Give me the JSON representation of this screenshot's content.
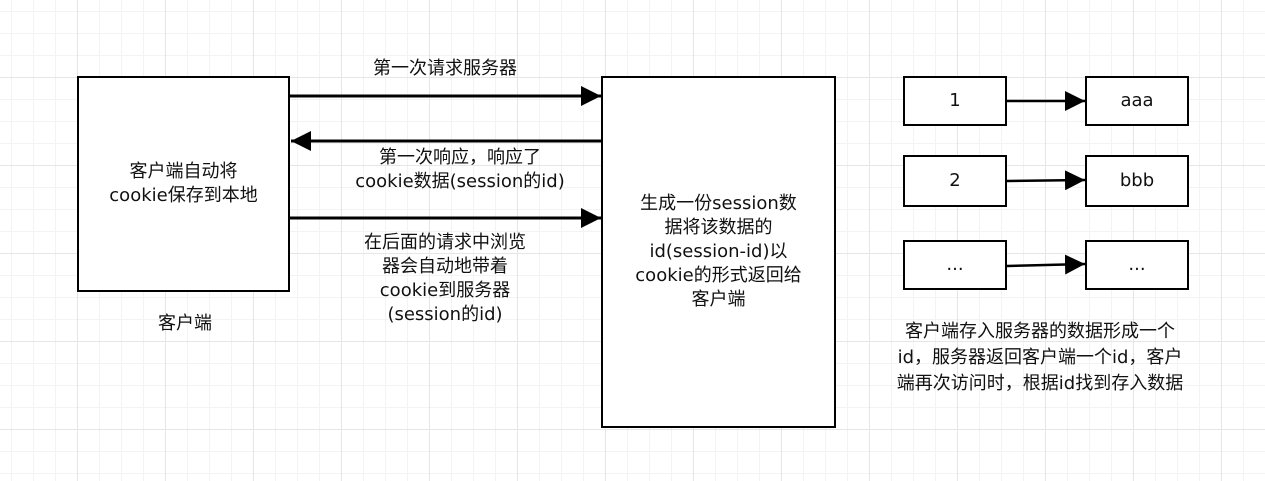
{
  "client_box": {
    "lines": [
      "客户端自动将",
      "cookie保存到本地"
    ]
  },
  "client_caption": "客户端",
  "server_box": {
    "lines": [
      "生成一份session数",
      "据将该数据的",
      "id(session-id)以",
      "cookie的形式返回给",
      "客户端"
    ]
  },
  "arrow_labels": {
    "first_request": [
      "第一次请求服务器"
    ],
    "first_response": [
      "第一次响应，响应了",
      "cookie数据(session的id)"
    ],
    "later_requests": [
      "在后面的请求中浏览",
      "器会自动地带着",
      "cookie到服务器",
      "(session的id)"
    ]
  },
  "mapping": [
    {
      "id": "1",
      "value": "aaa"
    },
    {
      "id": "2",
      "value": "bbb"
    },
    {
      "id": "...",
      "value": "..."
    }
  ],
  "mapping_note": [
    "客户端存入服务器的数据形成一个",
    "id，服务器返回客户端一个id，客户",
    "端再次访问时，根据id找到存入数据"
  ]
}
